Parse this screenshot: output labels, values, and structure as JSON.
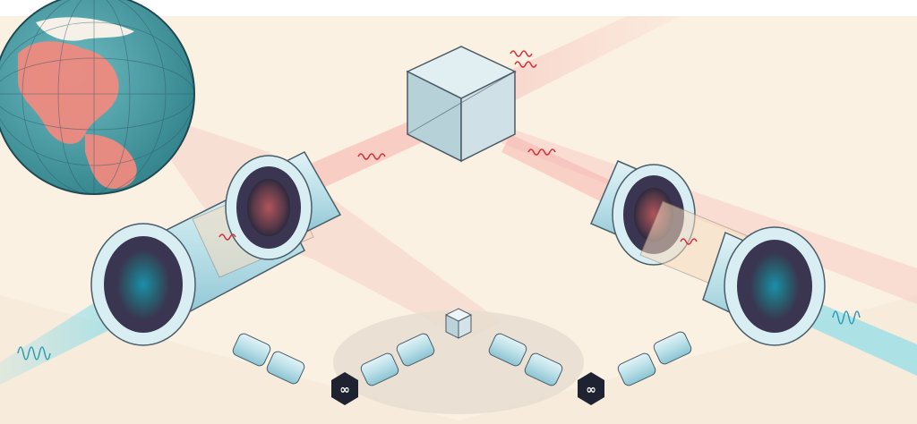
{
  "illustration": {
    "subject": "entanglement-swapping-quantum-network",
    "colors": {
      "background": "#fbf1e3",
      "beam_red": "#f4a9a6",
      "beam_blue": "#5fd2e8",
      "cylinder_body": "#bfe3ea",
      "cylinder_dark": "#3a3550",
      "cube": "#c8dde3",
      "globe_ocean": "#4f9fa6",
      "globe_land": "#ef8a7f",
      "badge": "#1f2230",
      "ellipse": "#e6ddd0"
    },
    "icons": [
      "globe-icon",
      "beam-splitter-cube",
      "infinity-badge",
      "memory-cylinder",
      "photon-wave"
    ]
  }
}
